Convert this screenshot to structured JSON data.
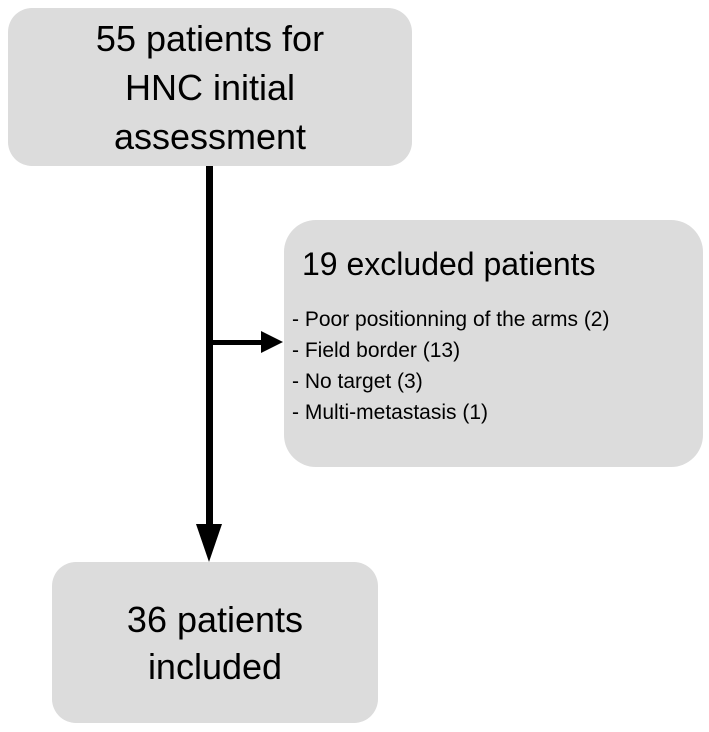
{
  "flowchart": {
    "box_fill_color": "#dcdcdc",
    "arrow_color": "#000000",
    "text_color": "#000000",
    "top_box": {
      "lines": [
        "55 patients for",
        "HNC initial",
        "assessment"
      ]
    },
    "excluded_box": {
      "title": "19 excluded patients",
      "items": [
        "- Poor positionning of the arms (2)",
        "- Field border (13)",
        "- No target (3)",
        "- Multi-metastasis (1)"
      ]
    },
    "bottom_box": {
      "lines": [
        "36 patients",
        "included"
      ]
    }
  }
}
